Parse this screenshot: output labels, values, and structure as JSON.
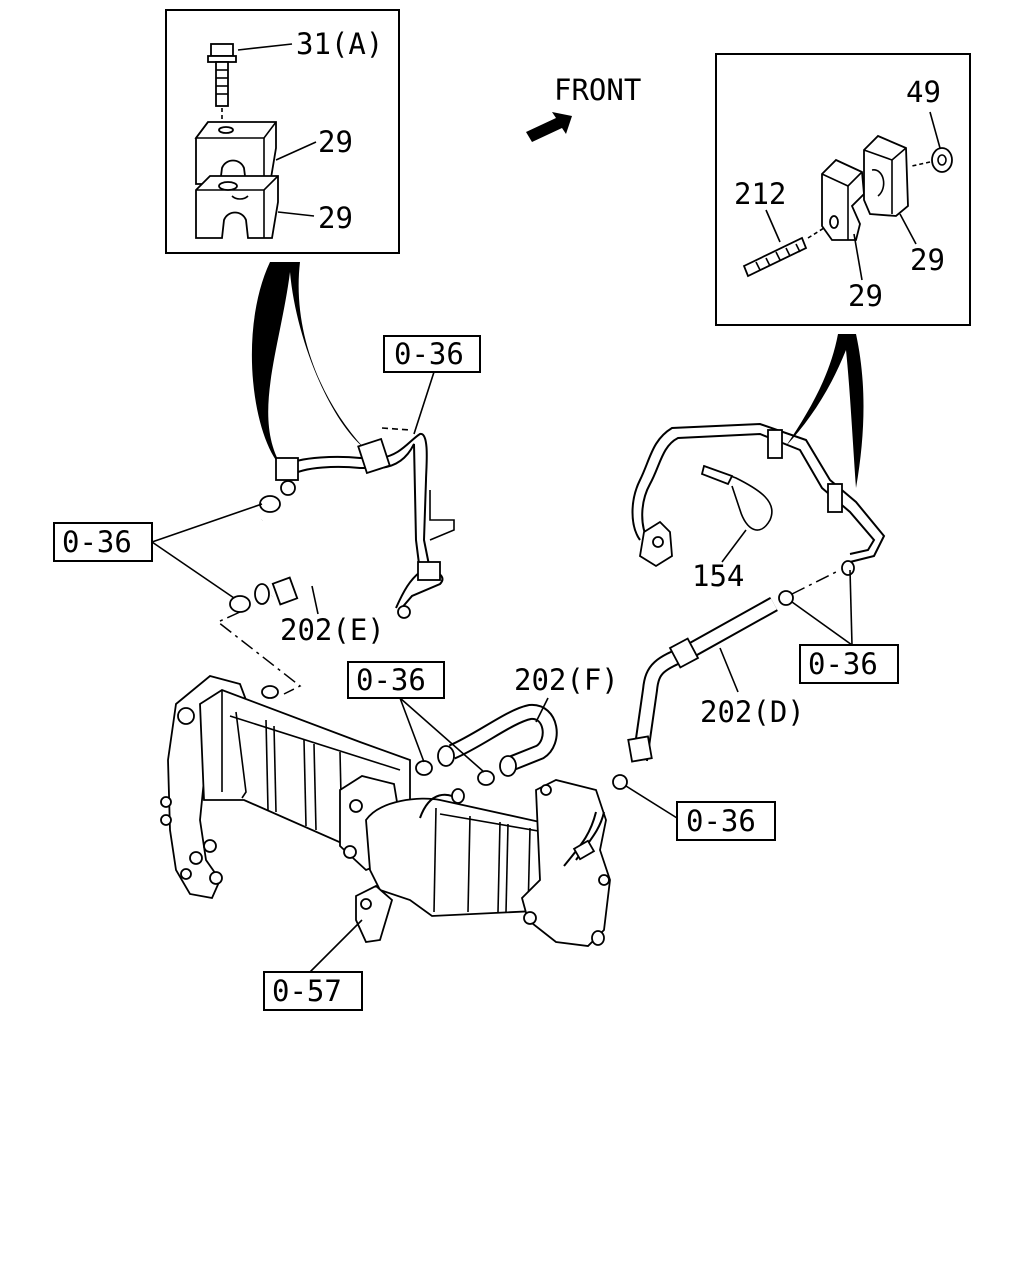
{
  "direction_label": "FRONT",
  "callouts": {
    "bolt_a": "31(A)",
    "clamp_upper_left": "29",
    "clamp_lower_left": "29",
    "nut": "49",
    "stud": "212",
    "clamp_right_outer": "29",
    "clamp_right_inner": "29",
    "cable_tie": "154",
    "hose_e": "202(E)",
    "hose_f": "202(F)",
    "hose_d": "202(D)"
  },
  "reference_boxes": {
    "ref_top_center": "0-36",
    "ref_left": "0-36",
    "ref_center": "0-36",
    "ref_right": "0-36",
    "ref_lower_right": "0-36",
    "ref_bottom": "0-57"
  }
}
